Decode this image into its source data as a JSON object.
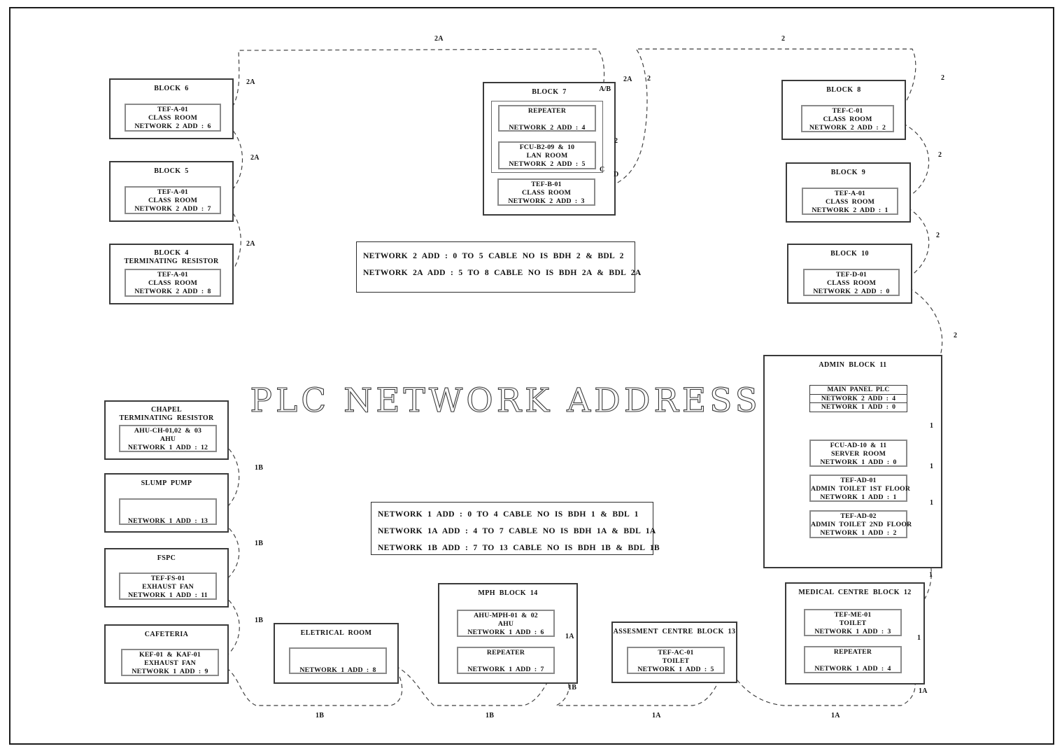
{
  "title": "PLC  NETWORK  ADDRESS:",
  "edge_labels": {
    "n2a": "2A",
    "n2": "2",
    "n1": "1",
    "n1a": "1A",
    "n1b": "1B",
    "c": "C",
    "d": "D",
    "ab": "A/B"
  },
  "notes": {
    "net2": [
      "NETWORK 2 ADD :  0 TO 5 CABLE NO IS BDH 2 & BDL 2",
      "NETWORK 2A ADD :  5 TO 8 CABLE NO IS BDH 2A & BDL 2A"
    ],
    "net1": [
      "NETWORK 1 ADD :  0 TO 4 CABLE NO IS BDH 1 & BDL 1",
      "NETWORK 1A ADD :  4 TO 7 CABLE NO IS BDH 1A & BDL 1A",
      "NETWORK 1B ADD :  7 TO 13 CABLE NO IS BDH 1B & BDL 1B"
    ]
  },
  "blocks": {
    "b6": {
      "title": "BLOCK 6",
      "dev": {
        "lines": [
          "TEF-A-01",
          "CLASS ROOM",
          "NETWORK 2 ADD : 6"
        ]
      }
    },
    "b5": {
      "title": "BLOCK 5",
      "dev": {
        "lines": [
          "TEF-A-01",
          "CLASS ROOM",
          "NETWORK 2 ADD : 7"
        ]
      }
    },
    "b4": {
      "title": "BLOCK 4",
      "subtitle": "TERMINATING RESISTOR",
      "dev": {
        "lines": [
          "TEF-A-01",
          "CLASS ROOM",
          "NETWORK 2 ADD : 8"
        ]
      }
    },
    "b7": {
      "title": "BLOCK 7",
      "repeater": {
        "lines": [
          "REPEATER",
          "",
          "NETWORK 2 ADD : 4"
        ]
      },
      "fcu": {
        "lines": [
          "FCU-B2-09 & 10",
          "LAN ROOM",
          "NETWORK 2 ADD : 5"
        ]
      },
      "tef": {
        "lines": [
          "TEF-B-01",
          "CLASS ROOM",
          "NETWORK 2 ADD : 3"
        ]
      }
    },
    "b8": {
      "title": "BLOCK 8",
      "dev": {
        "lines": [
          "TEF-C-01",
          "CLASS ROOM",
          "NETWORK 2 ADD : 2"
        ]
      }
    },
    "b9": {
      "title": "BLOCK 9",
      "dev": {
        "lines": [
          "TEF-A-01",
          "CLASS ROOM",
          "NETWORK 2 ADD : 1"
        ]
      }
    },
    "b10": {
      "title": "BLOCK 10",
      "dev": {
        "lines": [
          "TEF-D-01",
          "CLASS ROOM",
          "NETWORK 2 ADD : 0"
        ]
      }
    },
    "admin": {
      "title": "ADMIN BLOCK 11",
      "panel": {
        "rows": [
          "MAIN PANEL PLC",
          "NETWORK 2 ADD : 4",
          "NETWORK 1 ADD : 0"
        ]
      },
      "fcu": {
        "lines": [
          "FCU-AD-10 & 11",
          "SERVER ROOM",
          "NETWORK 1 ADD : 0"
        ]
      },
      "tef1": {
        "lines": [
          "TEF-AD-01",
          "ADMIN TOILET 1ST FLOOR",
          "NETWORK 1 ADD : 1"
        ]
      },
      "tef2": {
        "lines": [
          "TEF-AD-02",
          "ADMIN TOILET 2ND FLOOR",
          "NETWORK 1 ADD : 2"
        ]
      }
    },
    "medical": {
      "title": "MEDICAL CENTRE BLOCK 12",
      "tef": {
        "lines": [
          "TEF-ME-01",
          "TOILET",
          "NETWORK 1 ADD : 3"
        ]
      },
      "repeater": {
        "lines": [
          "REPEATER",
          "",
          "NETWORK 1 ADD : 4"
        ]
      }
    },
    "mph": {
      "title": "MPH BLOCK 14",
      "ahu": {
        "lines": [
          "AHU-MPH-01 & 02",
          "AHU",
          "NETWORK 1 ADD : 6"
        ]
      },
      "repeater": {
        "lines": [
          "REPEATER",
          "",
          "NETWORK 1 ADD : 7"
        ]
      }
    },
    "assessment": {
      "title": "ASSESMENT CENTRE BLOCK 13",
      "dev": {
        "lines": [
          "TEF-AC-01",
          "TOILET",
          "NETWORK 1 ADD : 5"
        ]
      }
    },
    "chapel": {
      "title": "CHAPEL",
      "subtitle": "TERMINATING RESISTOR",
      "dev": {
        "lines": [
          "AHU-CH-01,02 & 03",
          "AHU",
          "NETWORK 1 ADD : 12"
        ]
      }
    },
    "slump": {
      "title": "SLUMP PUMP",
      "dev": {
        "lines": [
          "",
          "",
          "NETWORK 1 ADD : 13"
        ]
      }
    },
    "fspc": {
      "title": "FSPC",
      "dev": {
        "lines": [
          "TEF-FS-01",
          "EXHAUST FAN",
          "NETWORK 1 ADD : 11"
        ]
      }
    },
    "cafeteria": {
      "title": "CAFETERIA",
      "dev": {
        "lines": [
          "KEF-01 & KAF-01",
          "EXHAUST FAN",
          "NETWORK 1 ADD : 9"
        ]
      }
    },
    "electrical": {
      "title": "ELETRICAL ROOM",
      "dev": {
        "lines": [
          "",
          "",
          "NETWORK 1 ADD : 8"
        ]
      }
    }
  }
}
